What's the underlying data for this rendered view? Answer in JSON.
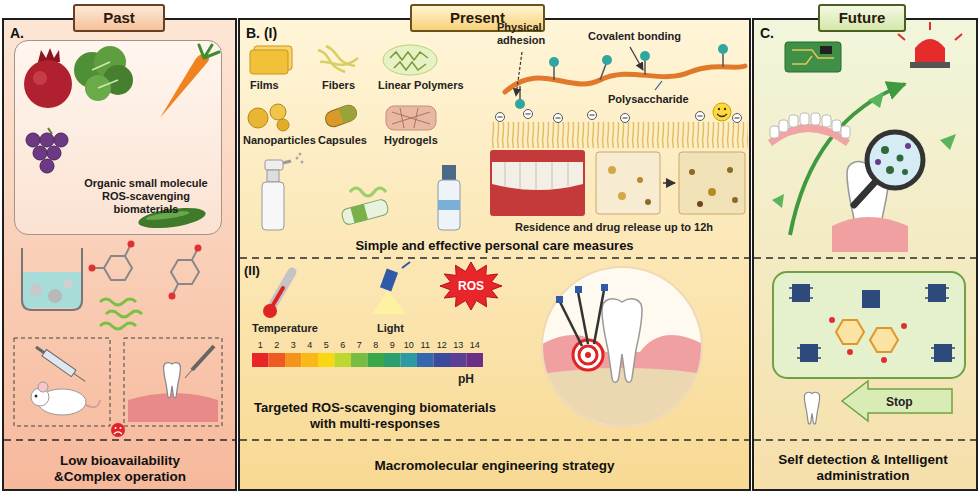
{
  "diagram": {
    "nodes": [
      {
        "text": [
          "Past"
        ]
      },
      {
        "text": [
          "Present"
        ]
      },
      {
        "text": [
          "Future"
        ]
      },
      {
        "text": [
          "A."
        ]
      },
      {
        "text": [
          "Organic small molecule ROS-scavenging biomaterials"
        ],
        "in": 3
      },
      {
        "text": [
          "B. (I)"
        ]
      },
      {
        "text": [
          "ROS"
        ],
        "in": 5
      },
      {
        "text": [
          "C."
        ]
      }
    ],
    "labels": [
      "Low bioavailability &Complex operation",
      "Films",
      "Fibers",
      "Linear Polymers",
      "Nanoparticles",
      "Capsules",
      "Hydrogels",
      "Physical adhesion",
      "Covalent bonding",
      "Polysaccharide",
      "Residence and drug release up to 12h",
      "Simple and effective personal care measures",
      "(II)",
      "Temperature",
      "Light",
      "1",
      "2",
      "3",
      "4",
      "5",
      "6",
      "7",
      "8",
      "9",
      "10",
      "11",
      "12",
      "13",
      "14",
      "pH",
      "Targeted ROS-scavenging biomaterials with multi-responses",
      "Macromolecular engineering strategy",
      "Stop",
      "Self detection & Intelligent administration"
    ]
  }
}
